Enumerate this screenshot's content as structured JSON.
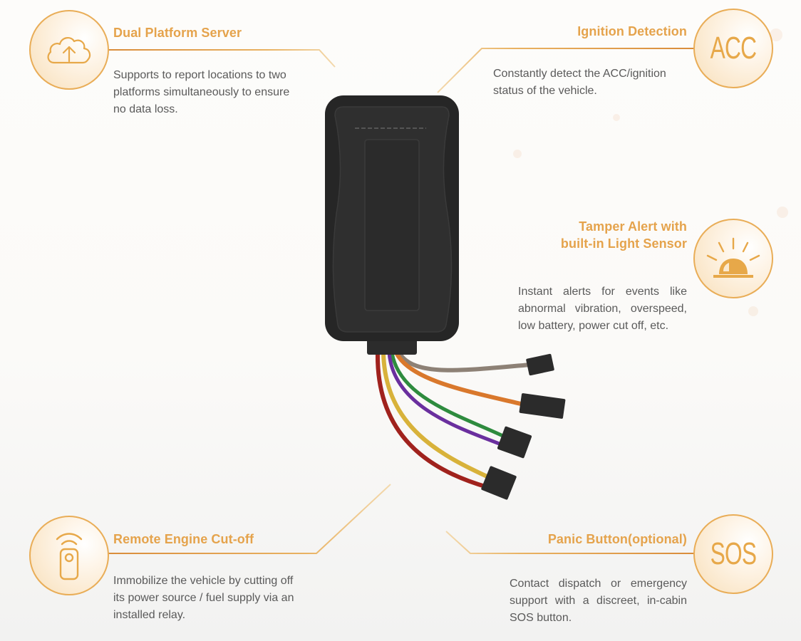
{
  "features": [
    {
      "id": "dual-platform-server",
      "title": "Dual Platform Server",
      "description": "Supports to report locations to two platforms simultaneously to ensure no data loss.",
      "icon": "cloud-upload-icon"
    },
    {
      "id": "ignition-detection",
      "title": "Ignition Detection",
      "description": "Constantly detect the ACC/ignition status of the vehicle.",
      "icon": "acc-icon",
      "icon_text": "ACC"
    },
    {
      "id": "tamper-alert",
      "title_line1": "Tamper Alert with",
      "title_line2": "built-in Light Sensor",
      "description": "Instant alerts for events like abnormal vibration, overspeed, low battery, power cut off, etc.",
      "icon": "siren-light-icon"
    },
    {
      "id": "remote-engine-cutoff",
      "title": "Remote Engine Cut-off",
      "description": "Immobilize the vehicle by cutting off its power source / fuel supply via an installed relay.",
      "icon": "remote-control-icon"
    },
    {
      "id": "panic-button",
      "title": "Panic Button(optional)",
      "description": "Contact dispatch or emergency support with a discreet, in-cabin SOS button.",
      "icon": "sos-icon",
      "icon_text": "SOS"
    }
  ],
  "device": {
    "name": "gps-tracker-device",
    "wire_colors": [
      "#8d8176",
      "#d9782c",
      "#2e8b3e",
      "#6a2f9e",
      "#d8b23a",
      "#a0221d"
    ]
  },
  "colors": {
    "accent": "#e5a34c",
    "circle_stroke": "#e9ad57",
    "body_text": "#5a5a5a",
    "device_body": "#2a2a2a"
  }
}
